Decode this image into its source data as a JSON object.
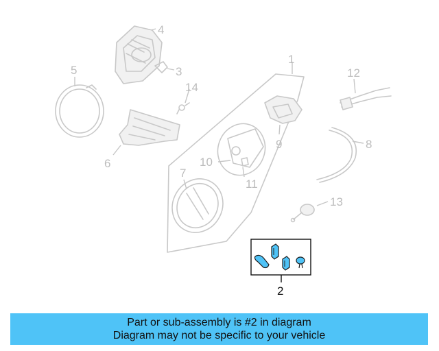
{
  "callouts": {
    "c1": "1",
    "c2": "2",
    "c3": "3",
    "c4": "4",
    "c5": "5",
    "c6": "6",
    "c7": "7",
    "c8": "8",
    "c9": "9",
    "c10": "10",
    "c11": "11",
    "c12": "12",
    "c13": "13",
    "c14": "14"
  },
  "highlighted_part": "2",
  "colors": {
    "banner": "#4fc3f7",
    "highlight_part": "#4fc3f7",
    "ghost_line": "#c8c8c8"
  },
  "banner": {
    "line1": "Part or sub-assembly is #2 in diagram",
    "line2": "Diagram may not be specific to your vehicle"
  }
}
